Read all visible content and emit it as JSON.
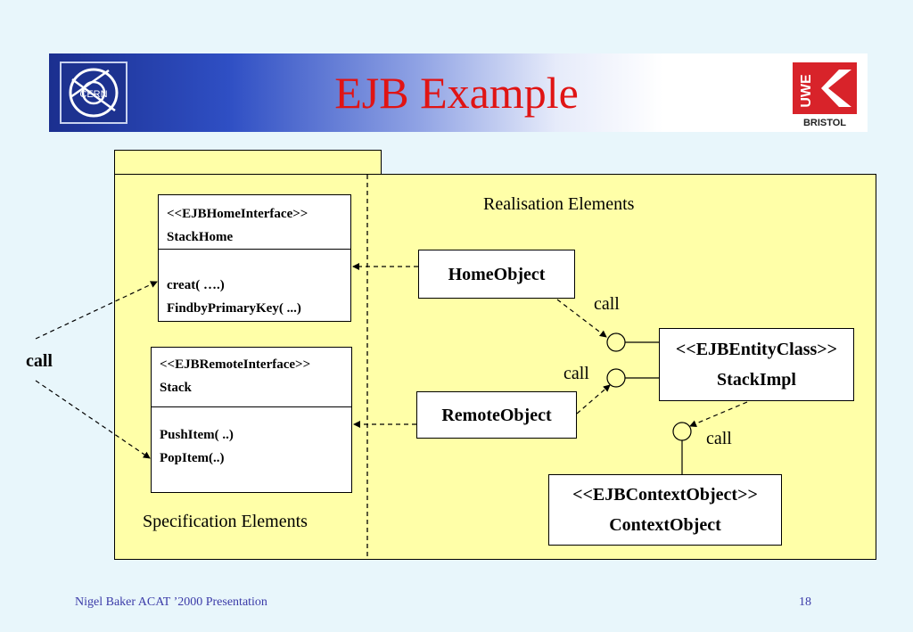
{
  "slide": {
    "title": "EJB Example",
    "footer_left": "Nigel Baker  ACAT ’2000 Presentation",
    "footer_right": "18"
  },
  "logos": {
    "left": {
      "text": "CERN",
      "icon": "cern-logo-icon"
    },
    "right": {
      "text": "UWE",
      "subtext": "BRISTOL",
      "icon": "uwe-bristol-logo-icon"
    }
  },
  "diagram": {
    "section_labels": {
      "realisation": "Realisation Elements",
      "specification": "Specification Elements"
    },
    "home_interface": {
      "stereotype": "<<EJBHomeInterface>>",
      "name": "StackHome",
      "methods": [
        "creat( ….)",
        "FindbyPrimaryKey( ...)"
      ]
    },
    "remote_interface": {
      "stereotype": "<<EJBRemoteInterface>>",
      "name": "Stack",
      "methods": [
        "PushItem( ..)",
        "PopItem(..)"
      ]
    },
    "home_object": "HomeObject",
    "remote_object": "RemoteObject",
    "entity_class": {
      "stereotype": "<<EJBEntityClass>>",
      "name": "StackImpl"
    },
    "context_object": {
      "stereotype": "<<EJBContextObject>>",
      "name": "ContextObject"
    },
    "call_labels": {
      "left": "call",
      "home_to_entity": "call",
      "remote_to_entity": "call",
      "context": "call"
    },
    "colors": {
      "package_fill": "#ffffa8",
      "title": "#e01414",
      "banner_dark": "#1b2f8f"
    }
  }
}
